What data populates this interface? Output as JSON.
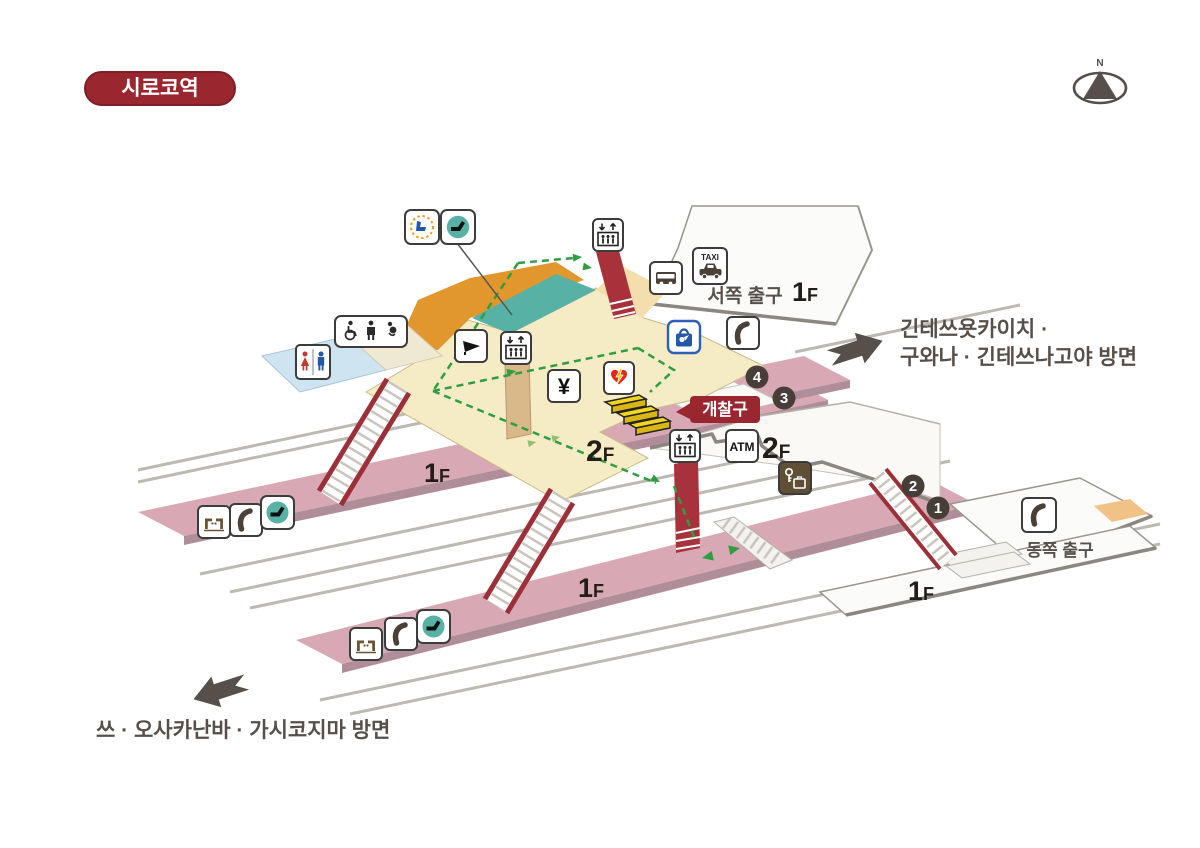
{
  "station": {
    "name_badge": "시로코역"
  },
  "compass": {
    "north_label": "N"
  },
  "directions": {
    "northeast_line1": "긴테쓰욧카이치 ·",
    "northeast_line2": "구와나 · 긴테쓰나고야 방면",
    "southwest_line1": "쓰 · 오사카난바 · 가시코지마 방면"
  },
  "exits": {
    "west_label": "서쪽 출구",
    "east_label": "동쪽 출구"
  },
  "gate": {
    "label": "개찰구"
  },
  "floor_labels": {
    "west_exit": {
      "big": "1",
      "small": "F"
    },
    "concourse": {
      "big": "2",
      "small": "F"
    },
    "right_area": {
      "big": "2",
      "small": "F"
    },
    "upper_platform": {
      "big": "1",
      "small": "F"
    },
    "lower_platform": {
      "big": "1",
      "small": "F"
    },
    "east_exit": {
      "big": "1",
      "small": "F"
    }
  },
  "platform_numbers": {
    "track1": "1",
    "track2": "2",
    "track3": "3",
    "track4": "4"
  },
  "icon_labels": {
    "taxi": "TAXI",
    "atm": "ATM",
    "ticket_machines": "¥"
  },
  "icons": {
    "legend": [
      "limited-express-seat-icon",
      "waiting-bench-icon"
    ],
    "facilities": [
      "escalator-icon",
      "accessible-facilities-icon",
      "restroom-icon",
      "station-office-icon",
      "ticket-machines-icon",
      "aed-icon",
      "bus-stop-icon",
      "taxi-stand-icon",
      "kiosk-icon",
      "public-phone-icon",
      "atm-icon",
      "coin-lockers-icon",
      "drinking-water-icon",
      "waiting-bench-icon"
    ]
  },
  "colors": {
    "badge_red": "#9a2730",
    "stair_red": "#a8323c",
    "platform_pink": "#d8a9b4",
    "concourse_tan": "#f5ebc4",
    "orange_zone": "#e2962e",
    "teal_zone": "#57b1a4",
    "blue_room": "#cfe4f1",
    "route_green": "#2f9e41",
    "gate_yellow": "#f2d51e",
    "text_gray": "#57504a"
  }
}
